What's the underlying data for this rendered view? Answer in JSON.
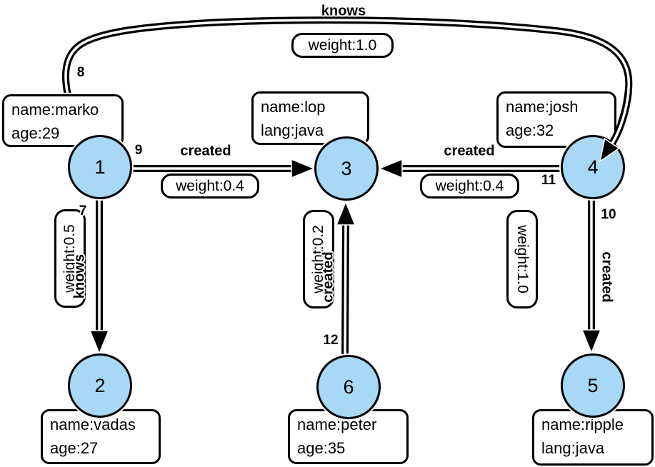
{
  "graph": {
    "node_fill_color": "#a8d8f6",
    "edge_color": "#000000",
    "box_fill_color": "#ffffff",
    "nodes": [
      {
        "id": "1",
        "prop1": "name:marko",
        "prop2": "age:29"
      },
      {
        "id": "2",
        "prop1": "name:vadas",
        "prop2": "age:27"
      },
      {
        "id": "3",
        "prop1": "name:lop",
        "prop2": "lang:java"
      },
      {
        "id": "4",
        "prop1": "name:josh",
        "prop2": "age:32"
      },
      {
        "id": "5",
        "prop1": "name:ripple",
        "prop2": "lang:java"
      },
      {
        "id": "6",
        "prop1": "name:peter",
        "prop2": "age:35"
      }
    ],
    "edges": [
      {
        "id": "7",
        "label": "knows",
        "weight": "weight:0.5",
        "source": "1",
        "target": "2"
      },
      {
        "id": "8",
        "label": "knows",
        "weight": "weight:1.0",
        "source": "1",
        "target": "4"
      },
      {
        "id": "9",
        "label": "created",
        "weight": "weight:0.4",
        "source": "1",
        "target": "3"
      },
      {
        "id": "10",
        "label": "created",
        "weight": "weight:1.0",
        "source": "4",
        "target": "5"
      },
      {
        "id": "11",
        "label": "created",
        "weight": "weight:0.4",
        "source": "4",
        "target": "3"
      },
      {
        "id": "12",
        "label": "created",
        "weight": "weight:0.2",
        "source": "6",
        "target": "3"
      }
    ]
  }
}
